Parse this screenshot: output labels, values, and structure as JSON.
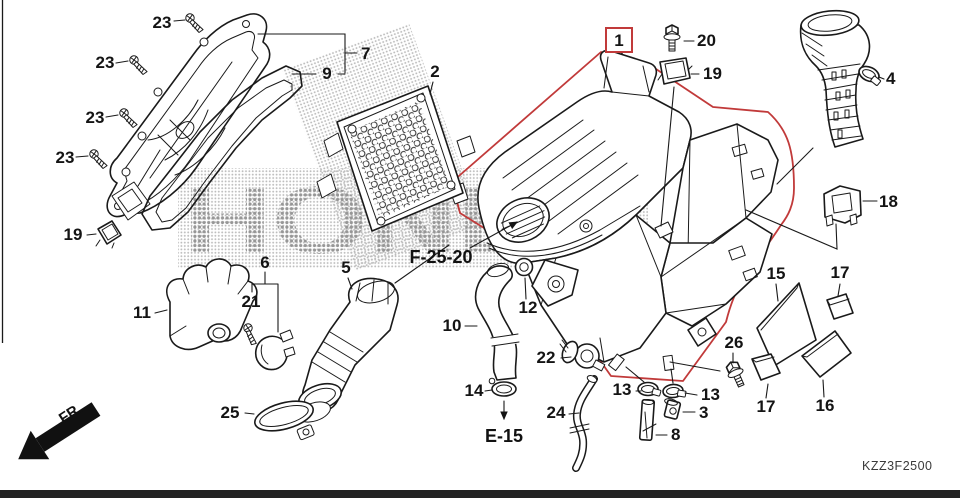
{
  "diagram": {
    "type": "exploded-parts-diagram",
    "code": "KZZ3F2500",
    "watermark_text": "HONDA",
    "front_direction_label": "FR.",
    "highlight_box_label": "1",
    "cross_references": {
      "intake_ref": "F-25-20",
      "drain_ref": "E-15"
    },
    "colors": {
      "line": "#1a1a1a",
      "highlight_red": "#c13a3a",
      "halftone": "#9a9a9a"
    },
    "callouts": [
      "1",
      "2",
      "3",
      "4",
      "5",
      "6",
      "7",
      "8",
      "9",
      "10",
      "11",
      "12",
      "13",
      "13",
      "14",
      "15",
      "16",
      "17",
      "17",
      "18",
      "19",
      "19",
      "20",
      "21",
      "22",
      "23",
      "23",
      "23",
      "23",
      "24",
      "25",
      "26"
    ]
  }
}
